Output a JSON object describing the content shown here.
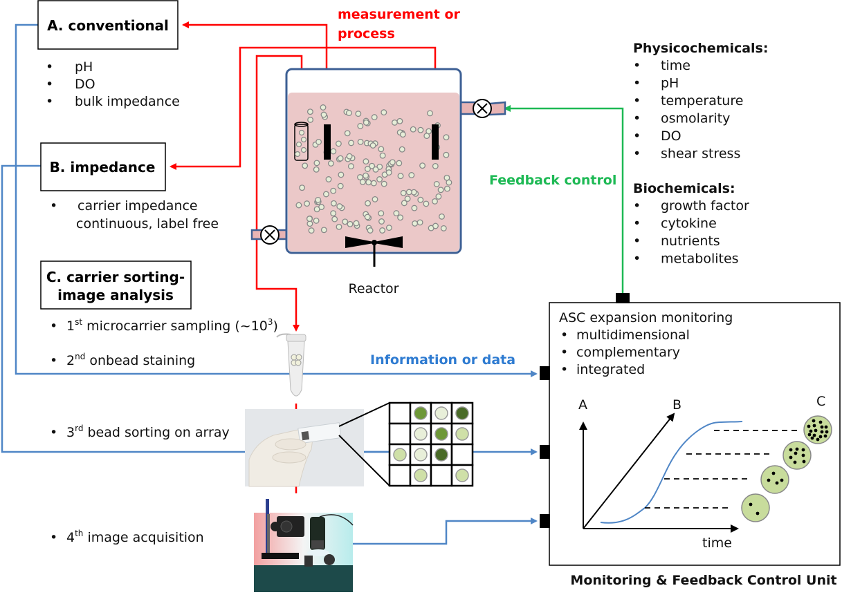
{
  "colors": {
    "measurement": "#ff0000",
    "feedback": "#1db954",
    "information": "#4f86c6",
    "reactor_border": "#3c5f94",
    "medium": "#ebc8c8",
    "bead_fill": "#e6eed8",
    "cell_fill": "#c8dc9c"
  },
  "labels": {
    "measurement": "measurement or",
    "measurement2": "process",
    "feedback": "Feedback control",
    "information": "Information or data",
    "reactor": "Reactor"
  },
  "box_a": {
    "title": "A. conventional",
    "items": [
      "pH",
      "DO",
      "bulk impedance"
    ]
  },
  "box_b": {
    "title": "B. impedance",
    "items": [
      "carrier impedance",
      "continuous,  label free"
    ]
  },
  "box_c": {
    "title1": "C. carrier sorting-",
    "title2": "image analysis",
    "steps": [
      {
        "num": "1",
        "sup": "st",
        "text": " microcarrier sampling (~10",
        "sup2": "3",
        "tail": ")"
      },
      {
        "num": "2",
        "sup": "nd",
        "text": " onbead staining"
      },
      {
        "num": "3",
        "sup": "rd",
        "text": " bead sorting on array"
      },
      {
        "num": "4",
        "sup": "th",
        "text": " image acquisition"
      }
    ]
  },
  "physico": {
    "title": "Physicochemicals:",
    "items": [
      "time",
      "pH",
      "temperature",
      "osmolarity",
      "DO",
      "shear stress"
    ]
  },
  "bio": {
    "title": "Biochemicals:",
    "items": [
      "growth factor",
      "cytokine",
      "nutrients",
      "metabolites"
    ]
  },
  "unit": {
    "heading": "ASC expansion monitoring",
    "items": [
      "multidimensional",
      "complementary",
      "integrated"
    ],
    "axis_a": "A",
    "axis_b": "B",
    "axis_c": "C",
    "axis_time": "time",
    "caption": "Monitoring & Feedback Control Unit"
  },
  "array_grid": [
    [
      "empty",
      "medium",
      "light",
      "dark"
    ],
    [
      "empty",
      "light",
      "medium",
      "pale"
    ],
    [
      "pale",
      "light",
      "dark",
      "empty"
    ],
    [
      "empty",
      "pale",
      "empty",
      "pale"
    ]
  ],
  "array_colors": {
    "light": "#e8efd9",
    "pale": "#cfe0a8",
    "medium": "#6e9838",
    "dark": "#4a6b28"
  },
  "cell_counts": [
    2,
    4,
    8,
    16
  ]
}
